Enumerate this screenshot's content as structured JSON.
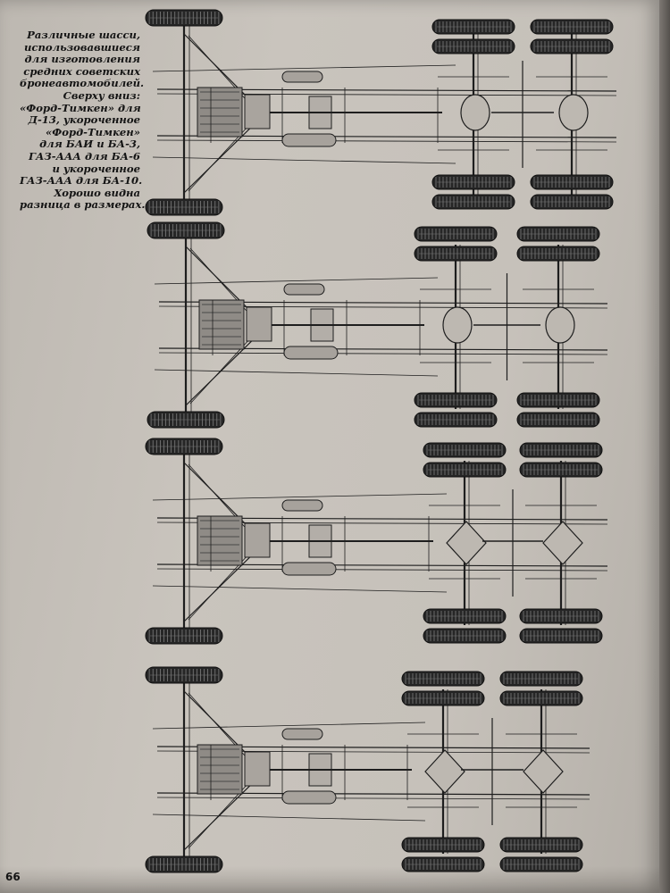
{
  "page": {
    "number": "66",
    "caption_lines": [
      "Различные шасси,",
      "использовавшиеся",
      "для изготовления",
      "средних советских",
      "бронеавтомобилей.",
      "Сверху вниз:",
      "«Форд-Тимкен» для",
      "Д-13, укороченное",
      "«Форд-Тимкен»",
      "для БАИ и БА-3,",
      "ГАЗ-ААА для БА-6",
      "и укороченное",
      "ГАЗ-ААА для БА-10.",
      "Хорошо видна",
      "разница в размерах."
    ]
  },
  "drawings": [
    {
      "id": "chassis-ford-timken-d13"
    },
    {
      "id": "chassis-ford-timken-short"
    },
    {
      "id": "chassis-gaz-aaa-ba6"
    },
    {
      "id": "chassis-gaz-aaa-ba10"
    }
  ]
}
